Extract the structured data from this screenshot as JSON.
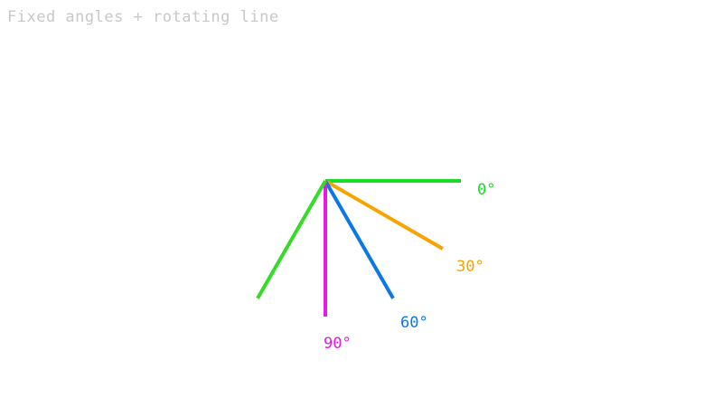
{
  "title": "Fixed angles + rotating line",
  "title_color": "#c8c8c8",
  "fixed_lines": [
    {
      "name": "line-0",
      "angle": 0,
      "label": "0°",
      "color": "#18dc28"
    },
    {
      "name": "line-30",
      "angle": 30,
      "label": "30°",
      "color": "#f7a400"
    },
    {
      "name": "line-60",
      "angle": 60,
      "label": "60°",
      "color": "#0a78e6"
    },
    {
      "name": "line-90",
      "angle": 90,
      "label": "90°",
      "color": "#e818e8"
    }
  ],
  "rotating_line": {
    "angle": 120,
    "color": "#34dc28"
  }
}
